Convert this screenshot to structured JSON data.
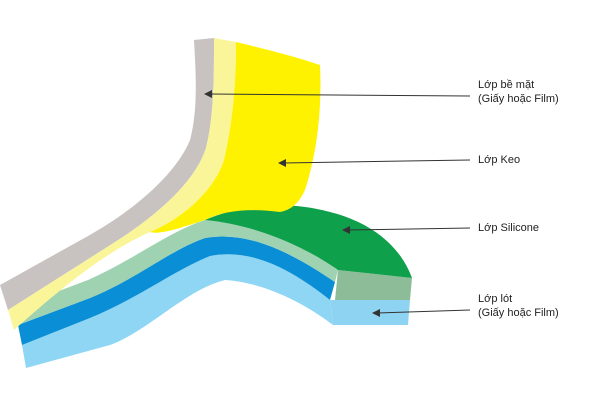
{
  "diagram": {
    "labels": {
      "surface": {
        "line1": "Lớp bề mặt",
        "line2": "(Giấy hoặc Film)"
      },
      "adhesive": {
        "line1": "Lớp Keo"
      },
      "silicone": {
        "line1": "Lớp Silicone"
      },
      "liner": {
        "line1": "Lớp lót",
        "line2": "(Giấy hoặc Film)"
      }
    },
    "colors": {
      "surface_layer": "#c8c3c1",
      "pale_layer": "#fbf59a",
      "adhesive_layer": "#fff200",
      "silicone_top": "#0fa04b",
      "silicone_side": "#8dbd98",
      "mint_layer": "#9fd2b0",
      "blue_layer": "#0a8fd6",
      "liner_top": "#8fd6f5",
      "liner_side": "#8fd3f2",
      "pointer_line": "#333333"
    }
  }
}
